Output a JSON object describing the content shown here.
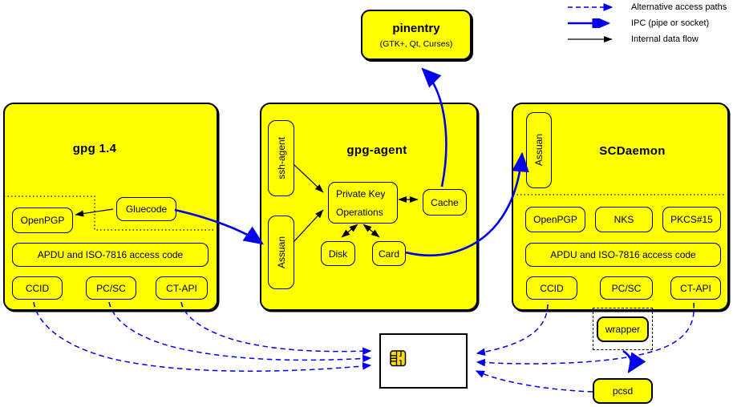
{
  "colors": {
    "node_fill": "#ffff00",
    "border": "#000000",
    "arrow_blue": "#0000ee",
    "card_fill": "#ffffff",
    "chip_fill": "#ffdd00"
  },
  "legend": {
    "items": [
      {
        "label": "Alternative access paths",
        "style": "dashed-blue-arrow"
      },
      {
        "label": "IPC (pipe or socket)",
        "style": "thick-blue-arrow"
      },
      {
        "label": "Internal data flow",
        "style": "black-arrow"
      }
    ]
  },
  "pinentry": {
    "title": "pinentry",
    "subtitle": "(GTK+, Qt, Curses)"
  },
  "gpg14": {
    "title": "gpg 1.4",
    "openpgp": "OpenPGP",
    "gluecode": "Gluecode",
    "apdu": "APDU and ISO-7816 access code",
    "ccid": "CCID",
    "pcsc": "PC/SC",
    "ctapi": "CT-API"
  },
  "gpg_agent": {
    "title": "gpg-agent",
    "ssh_agent": "ssh-agent",
    "assuan": "Assuan",
    "private_key_line1": "Private Key",
    "private_key_line2": "Operations",
    "cache": "Cache",
    "disk": "Disk",
    "card": "Card"
  },
  "scdaemon": {
    "title": "SCDaemon",
    "assuan": "Assuan",
    "openpgp": "OpenPGP",
    "nks": "NKS",
    "pkcs15": "PKCS#15",
    "apdu": "APDU and ISO-7816 access code",
    "ccid": "CCID",
    "pcsc": "PC/SC",
    "ctapi": "CT-API"
  },
  "external": {
    "wrapper": "wrapper",
    "pcsd": "pcsd"
  }
}
